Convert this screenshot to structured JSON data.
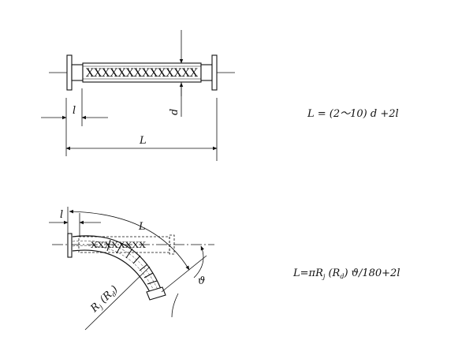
{
  "straight": {
    "label_l": "l",
    "label_d": "d",
    "label_L": "L",
    "pattern": "XXXXXXXXXXXXXX",
    "formula": "L = (2～10) d +2l"
  },
  "bent": {
    "label_l": "l",
    "label_L": "L",
    "label_theta": "ϑ",
    "label_R": "R",
    "sub_j": "j",
    "sub_d": "d",
    "formula_prefix": "L=πR",
    "formula_sub_j": "j",
    "formula_mid": " (R",
    "formula_sub_d": "d",
    "formula_suffix": ") ϑ/180+2l"
  }
}
